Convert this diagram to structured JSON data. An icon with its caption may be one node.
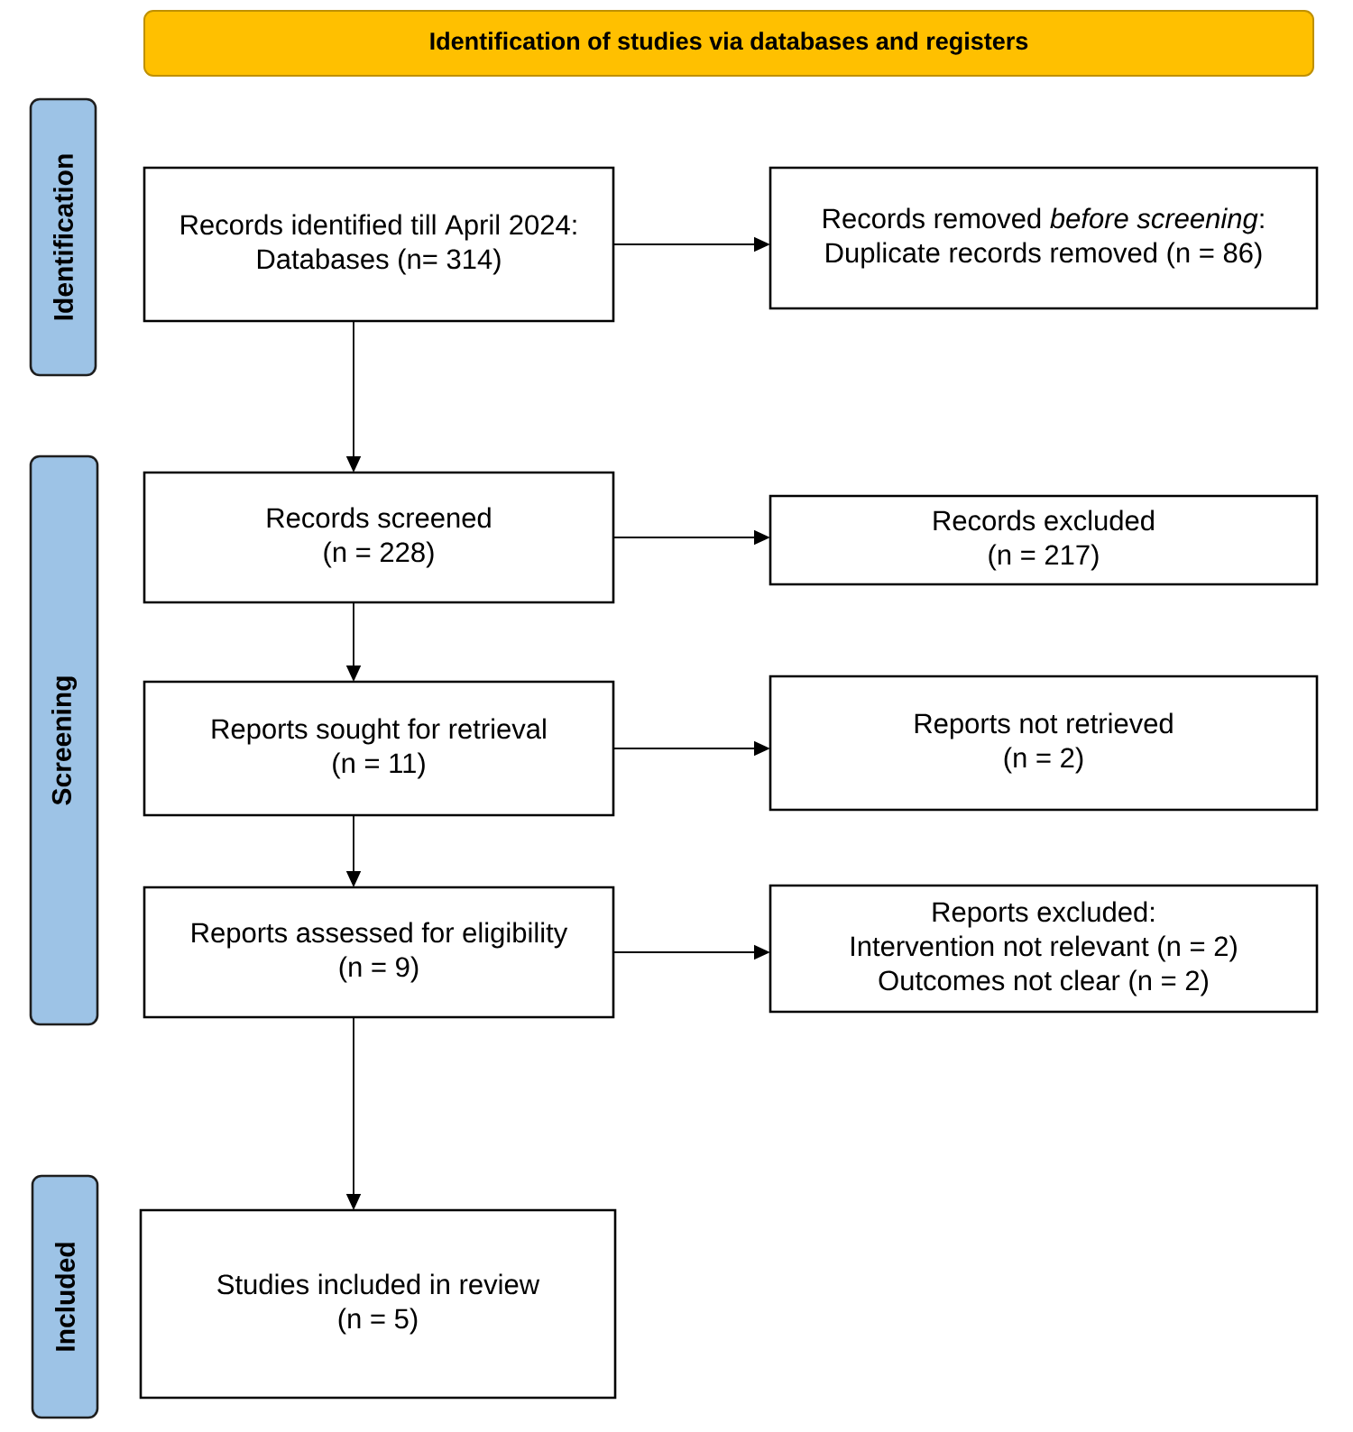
{
  "diagram": {
    "nodes": [
      {
        "text": [
          "Identification of studies via databases and registers"
        ]
      },
      {
        "text": [
          "Identification"
        ]
      },
      {
        "text": [
          "Records identified till April 2024:",
          "Databases (n= 314)"
        ]
      },
      {
        "text": [
          "Records removed *before screening*:",
          "Duplicate records removed (n = 86)"
        ]
      },
      {
        "text": [
          "Screening"
        ]
      },
      {
        "text": [
          "Records screened",
          "(n = 228)"
        ]
      },
      {
        "text": [
          "Records excluded",
          "(n = 217)"
        ]
      },
      {
        "text": [
          "Reports sought for retrieval",
          "(n = 11)"
        ]
      },
      {
        "text": [
          "Reports not retrieved",
          "(n = 2)"
        ]
      },
      {
        "text": [
          "Reports assessed for eligibility",
          "(n = 9)"
        ]
      },
      {
        "text": [
          "Reports excluded:",
          "Intervention not relevant (n = 2)",
          "Outcomes not clear (n = 2)"
        ]
      },
      {
        "text": [
          "Included"
        ]
      },
      {
        "text": [
          "Studies included in review",
          "(n = 5)"
        ]
      }
    ],
    "edges": [
      {
        "from": 2,
        "to": 3,
        "arrow": "to"
      },
      {
        "from": 2,
        "to": 5,
        "arrow": "to"
      },
      {
        "from": 5,
        "to": 6,
        "arrow": "to"
      },
      {
        "from": 5,
        "to": 7,
        "arrow": "to"
      },
      {
        "from": 7,
        "to": 8,
        "arrow": "to"
      },
      {
        "from": 7,
        "to": 9,
        "arrow": "to"
      },
      {
        "from": 9,
        "to": 10,
        "arrow": "to"
      },
      {
        "from": 9,
        "to": 12,
        "arrow": "to"
      }
    ]
  }
}
